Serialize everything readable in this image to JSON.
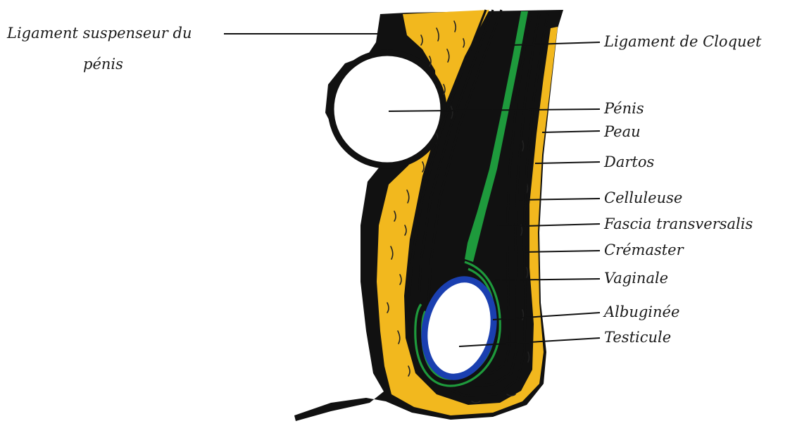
{
  "labels": {
    "ligament_suspenseur_line1": "Ligament suspenseur du",
    "ligament_suspenseur_line2": "pénis",
    "ligament_cloquet": "Ligament de Cloquet",
    "penis": "Pénis",
    "peau": "Peau",
    "dartos": "Dartos",
    "celluleuse": "Celluleuse",
    "fascia_transversalis": "Fascia transversalis",
    "cremaster": "Crémaster",
    "vaginale": "Vaginale",
    "albuginee": "Albuginée",
    "testicule": "Testicule"
  },
  "colors": {
    "celluleuse_fill": "#F2B81E",
    "skin_black": "#111111",
    "vaginale_green": "#1E9A3C",
    "albuginee_blue": "#1A3FB0"
  }
}
